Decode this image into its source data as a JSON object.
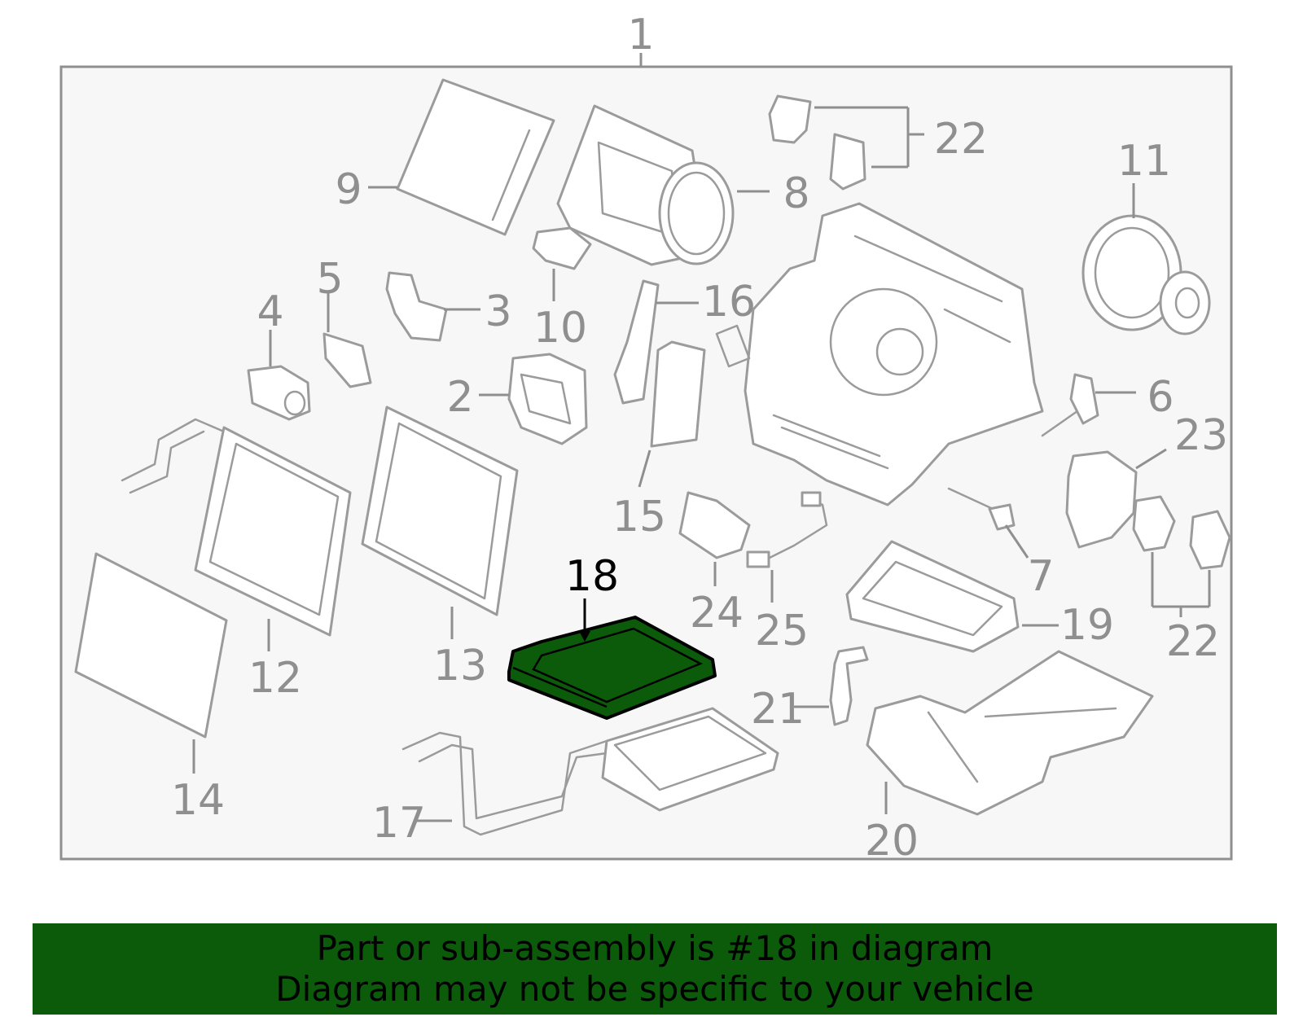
{
  "diagram": {
    "assembly_label": "1",
    "highlight_color": "#0b5b0b",
    "callouts": {
      "c2": "2",
      "c3": "3",
      "c4": "4",
      "c5": "5",
      "c6": "6",
      "c7": "7",
      "c8": "8",
      "c9": "9",
      "c10": "10",
      "c11": "11",
      "c12": "12",
      "c13": "13",
      "c14": "14",
      "c15": "15",
      "c16": "16",
      "c17": "17",
      "c18": "18",
      "c19": "19",
      "c20": "20",
      "c21": "21",
      "c22a": "22",
      "c22b": "22",
      "c23": "23",
      "c24": "24",
      "c25": "25"
    }
  },
  "banner": {
    "line1": "Part or sub-assembly is #18 in diagram",
    "line2": "Diagram may not be specific to your vehicle",
    "background": "#0b5b0b"
  }
}
